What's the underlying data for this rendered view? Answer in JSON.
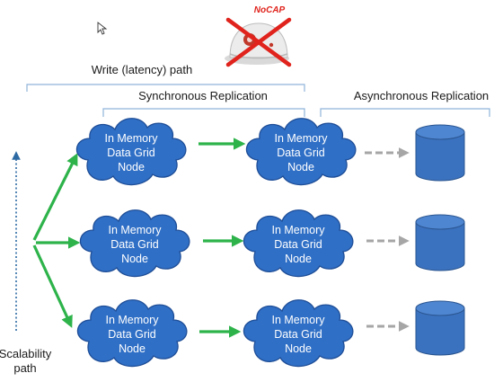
{
  "logo": {
    "text": "NoCAP",
    "icon": "crossed-out-cap-logo"
  },
  "labels": {
    "write_path": "Write (latency) path",
    "sync_replication": "Synchronous Replication",
    "async_replication": "Asynchronous Replication",
    "scalability_line1": "Scalability",
    "scalability_line2": "path"
  },
  "node": {
    "line1": "In Memory",
    "line2": "Data Grid",
    "line3": "Node"
  },
  "colors": {
    "cloud_fill": "#2f6fc6",
    "cloud_stroke": "#1f4e97",
    "green_arrow": "#2db34a",
    "gray_arrow": "#a6a6a6",
    "bracket": "#8fb4d9",
    "scalability_arrow": "#2d6aa3",
    "database_fill": "#3b72bf"
  },
  "icons": {
    "cursor": "mouse-pointer-icon",
    "database": "database-cylinder-icon"
  }
}
